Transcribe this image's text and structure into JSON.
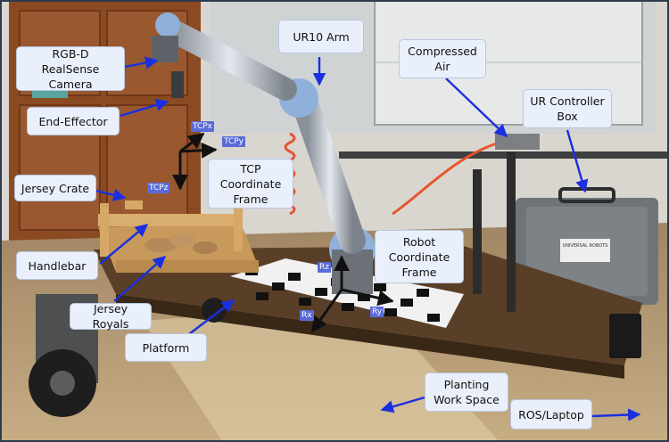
{
  "labels": {
    "realsense": "RGB-D RealSense Camera",
    "end_effector": "End-Effector",
    "jersey_crate": "Jersey Crate",
    "handlebar": "Handlebar",
    "jersey_royals": "Jersey Royals",
    "platform": "Platform",
    "ur10_arm": "UR10 Arm",
    "compressed_air": "Compressed Air",
    "ur_controller_box": "UR Controller Box",
    "tcp_frame": "TCP Coordinate Frame",
    "robot_frame": "Robot Coordinate Frame",
    "planting_space": "Planting Work Space",
    "ros_laptop": "ROS/Laptop"
  },
  "axis_tags": {
    "tcp_x": "TCPx",
    "tcp_y": "TCPy",
    "tcp_z": "TCPz",
    "rx": "Rx",
    "ry": "Ry",
    "rz": "Rz"
  },
  "box_text": "UNIVERSAL ROBOTS",
  "colors": {
    "arrow": "#1a2fe0",
    "label_bg": "#eaf0fb",
    "tag_bg": "#5a6bd8",
    "door": "#8b4a22",
    "platform": "#5a3f28",
    "controller": "#6f7478",
    "air_hose": "#e8552e"
  }
}
